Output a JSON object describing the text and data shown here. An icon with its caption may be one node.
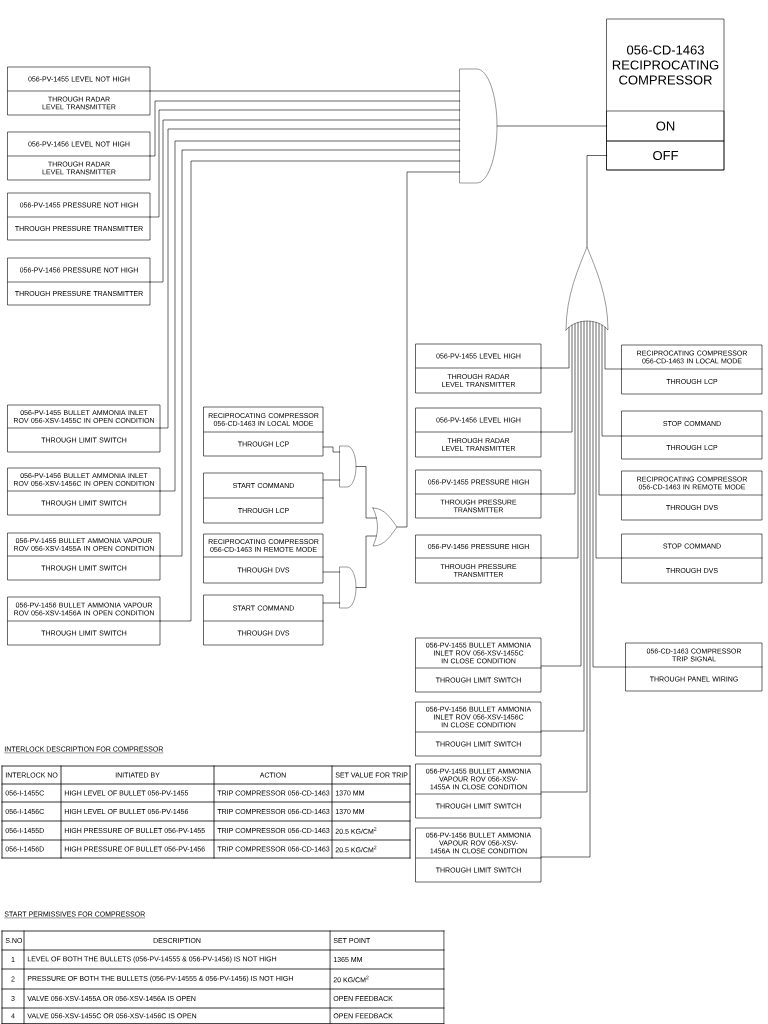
{
  "diagram": {
    "nodes": [
      {
        "text": [
          "056-CD-1463 RECIPROCATING COMPRESSOR"
        ]
      },
      {
        "text": [
          "ON"
        ],
        "in": 0
      },
      {
        "text": [
          "OFF"
        ],
        "in": 0
      },
      {
        "text": [
          "056-PV-1455 LEVEL NOT HIGH",
          "THROUGH RADAR LEVEL TRANSMITTER"
        ]
      },
      {
        "text": [
          "056-PV-1456 LEVEL NOT HIGH",
          "THROUGH RADAR LEVEL TRANSMITTER"
        ]
      },
      {
        "text": [
          "056-PV-1455 PRESSURE NOT HIGH",
          "THROUGH PRESSURE TRANSMITTER"
        ]
      },
      {
        "text": [
          "056-PV-1456 PRESSURE NOT HIGH",
          "THROUGH PRESSURE TRANSMITTER"
        ]
      },
      {
        "text": [],
        "shape": "gate"
      },
      {
        "text": [],
        "shape": "gate"
      },
      {
        "text": [
          "056-PV-1455 LEVEL HIGH",
          "THROUGH RADAR LEVEL TRANSMITTER"
        ]
      },
      {
        "text": [
          "RECIPROCATING COMPRESSOR 056-CD-1463 IN LOCAL MODE",
          "THROUGH LCP"
        ]
      },
      {
        "text": [
          "056-PV-1456 LEVEL HIGH",
          "THROUGH RADAR LEVEL TRANSMITTER"
        ]
      },
      {
        "text": [
          "STOP COMMAND",
          "THROUGH LCP"
        ]
      },
      {
        "text": [
          "056-PV-1455 PRESSURE HIGH",
          "THROUGH PRESSURE TRANSMITTER"
        ]
      },
      {
        "text": [
          "RECIPROCATING COMPRESSOR 056-CD-1463 IN REMOTE MODE",
          "THROUGH DVS"
        ]
      },
      {
        "text": [
          "056-PV-1456 PRESSURE HIGH",
          "THROUGH PRESSURE TRANSMITTER"
        ]
      },
      {
        "text": [
          "STOP COMMAND",
          "THROUGH DVS"
        ]
      },
      {
        "text": [
          "056-PV-1455 BULLET AMMONIA INLET ROV 056-XSV-1455C IN OPEN CONDITION",
          "THROUGH LIMIT SWITCH"
        ]
      },
      {
        "text": [
          "RECIPROCATING COMPRESSOR 056-CD-1463 IN LOCAL MODE",
          "THROUGH LCP"
        ]
      },
      {
        "text": [
          "056-PV-1456 BULLET AMMONIA INLET ROV 056-XSV-1456C IN OPEN CONDITION",
          "THROUGH LIMIT SWITCH"
        ]
      },
      {
        "text": [
          "START COMMAND",
          "THROUGH LCP"
        ]
      },
      {
        "text": [],
        "shape": "gate"
      },
      {
        "text": [],
        "shape": "gate"
      },
      {
        "text": [
          "056-PV-1455 BULLET AMMONIA VAPOUR ROV 056-XSV-1455A IN OPEN CONDITION",
          "THROUGH LIMIT SWITCH"
        ]
      },
      {
        "text": [
          "RECIPROCATING COMPRESSOR 056-CD-1463 IN REMOTE MODE",
          "THROUGH DVS"
        ]
      },
      {
        "text": [],
        "shape": "gate"
      },
      {
        "text": [
          "056-PV-1456 BULLET AMMONIA VAPOUR ROV 056-XSV-1456A IN OPEN CONDITION",
          "THROUGH LIMIT SWITCH"
        ]
      },
      {
        "text": [
          "START COMMAND",
          "THROUGH DVS"
        ]
      },
      {
        "text": [
          "056-PV-1455 BULLET AMMONIA INLET ROV 056-XSV-1455C IN CLOSE CONDITION",
          "THROUGH LIMIT SWITCH"
        ]
      },
      {
        "text": [
          "056-CD-1463 COMPRESSOR TRIP SIGNAL",
          "THROUGH PANEL WIRING"
        ]
      },
      {
        "text": [
          "056-PV-1456 BULLET AMMONIA INLET ROV 056-XSV-1456C IN CLOSE CONDITION",
          "THROUGH LIMIT SWITCH"
        ]
      },
      {
        "text": [
          "056-PV-1455 BULLET AMMONIA VAPOUR ROV 056-XSV-1455A IN CLOSE CONDITION",
          "THROUGH LIMIT SWITCH"
        ]
      },
      {
        "text": [
          "056-PV-1456 BULLET AMMONIA VAPOUR ROV 056-XSV-1456A IN CLOSE CONDITION",
          "THROUGH LIMIT SWITCH"
        ]
      }
    ],
    "edges": [
      {
        "from": 7,
        "to": 1,
        "arrow": "none"
      },
      {
        "from": 8,
        "to": 2,
        "arrow": "none"
      },
      {
        "from": 3,
        "to": 7,
        "arrow": "none"
      },
      {
        "from": 4,
        "to": 7,
        "arrow": "none"
      },
      {
        "from": 5,
        "to": 7,
        "arrow": "none"
      },
      {
        "from": 6,
        "to": 7,
        "arrow": "none"
      },
      {
        "from": 17,
        "to": 7,
        "arrow": "none"
      },
      {
        "from": 19,
        "to": 7,
        "arrow": "none"
      },
      {
        "from": 23,
        "to": 7,
        "arrow": "none"
      },
      {
        "from": 26,
        "to": 7,
        "arrow": "none"
      },
      {
        "from": 22,
        "to": 7,
        "arrow": "none"
      },
      {
        "from": 18,
        "to": 21,
        "arrow": "none"
      },
      {
        "from": 20,
        "to": 21,
        "arrow": "none"
      },
      {
        "from": 24,
        "to": 25,
        "arrow": "none"
      },
      {
        "from": 27,
        "to": 25,
        "arrow": "none"
      },
      {
        "from": 21,
        "to": 22,
        "arrow": "none"
      },
      {
        "from": 25,
        "to": 22,
        "arrow": "none"
      },
      {
        "from": 9,
        "to": 8,
        "arrow": "none"
      },
      {
        "from": 11,
        "to": 8,
        "arrow": "none"
      },
      {
        "from": 13,
        "to": 8,
        "arrow": "none"
      },
      {
        "from": 15,
        "to": 8,
        "arrow": "none"
      },
      {
        "from": 28,
        "to": 8,
        "arrow": "none"
      },
      {
        "from": 30,
        "to": 8,
        "arrow": "none"
      },
      {
        "from": 31,
        "to": 8,
        "arrow": "none"
      },
      {
        "from": 32,
        "to": 8,
        "arrow": "none"
      },
      {
        "from": 29,
        "to": 8,
        "arrow": "none"
      },
      {
        "from": 16,
        "to": 8,
        "arrow": "none"
      },
      {
        "from": 14,
        "to": 8,
        "arrow": "none"
      },
      {
        "from": 12,
        "to": 8,
        "arrow": "none"
      },
      {
        "from": 10,
        "to": 8,
        "arrow": "none"
      }
    ],
    "labels": [
      "INTERLOCK DESCRIPTION FOR COMPRESSOR",
      "INTERLOCK NO",
      "INITIATED BY",
      "ACTION",
      "SET VALUE FOR TRIP",
      "056-I-1455C",
      "HIGH LEVEL OF BULLET 056-PV-1455",
      "TRIP COMPRESSOR 056-CD-1463",
      "1370 MM",
      "056-I-1456C",
      "HIGH LEVEL OF BULLET 056-PV-1456",
      "TRIP COMPRESSOR 056-CD-1463",
      "1370 MM",
      "056-I-1455D",
      "HIGH PRESSURE OF BULLET 056-PV-1455",
      "TRIP COMPRESSOR 056-CD-1463",
      "20.5 KG/CM$^{2}$",
      "056-I-1456D",
      "HIGH PRESSURE OF BULLET 056-PV-1456",
      "TRIP COMPRESSOR 056-CD-1463",
      "20.5 KG/CM$^{2}$",
      "START PERMISSIVES FOR COMPRESSOR",
      "S.NO",
      "DESCRIPTION",
      "SET POINT",
      "1",
      "LEVEL OF BOTH THE BULLETS (056-PV-14555 & 056-PV-1456) IS NOT HIGH",
      "1365 MM",
      "2",
      "PRESSURE OF BOTH THE BULLETS (056-PV-14555 & 056-PV-1456) IS NOT HIGH",
      "20 KG/CM$^{2}$",
      "3",
      "VALVE 056-XSV-1455A OR 056-XSV-1456A IS OPEN",
      "OPEN FEEDBACK",
      "4",
      "VALVE 056-XSV-1455C OR 056-XSV-1456C IS OPEN",
      "OPEN FEEDBACK"
    ]
  }
}
